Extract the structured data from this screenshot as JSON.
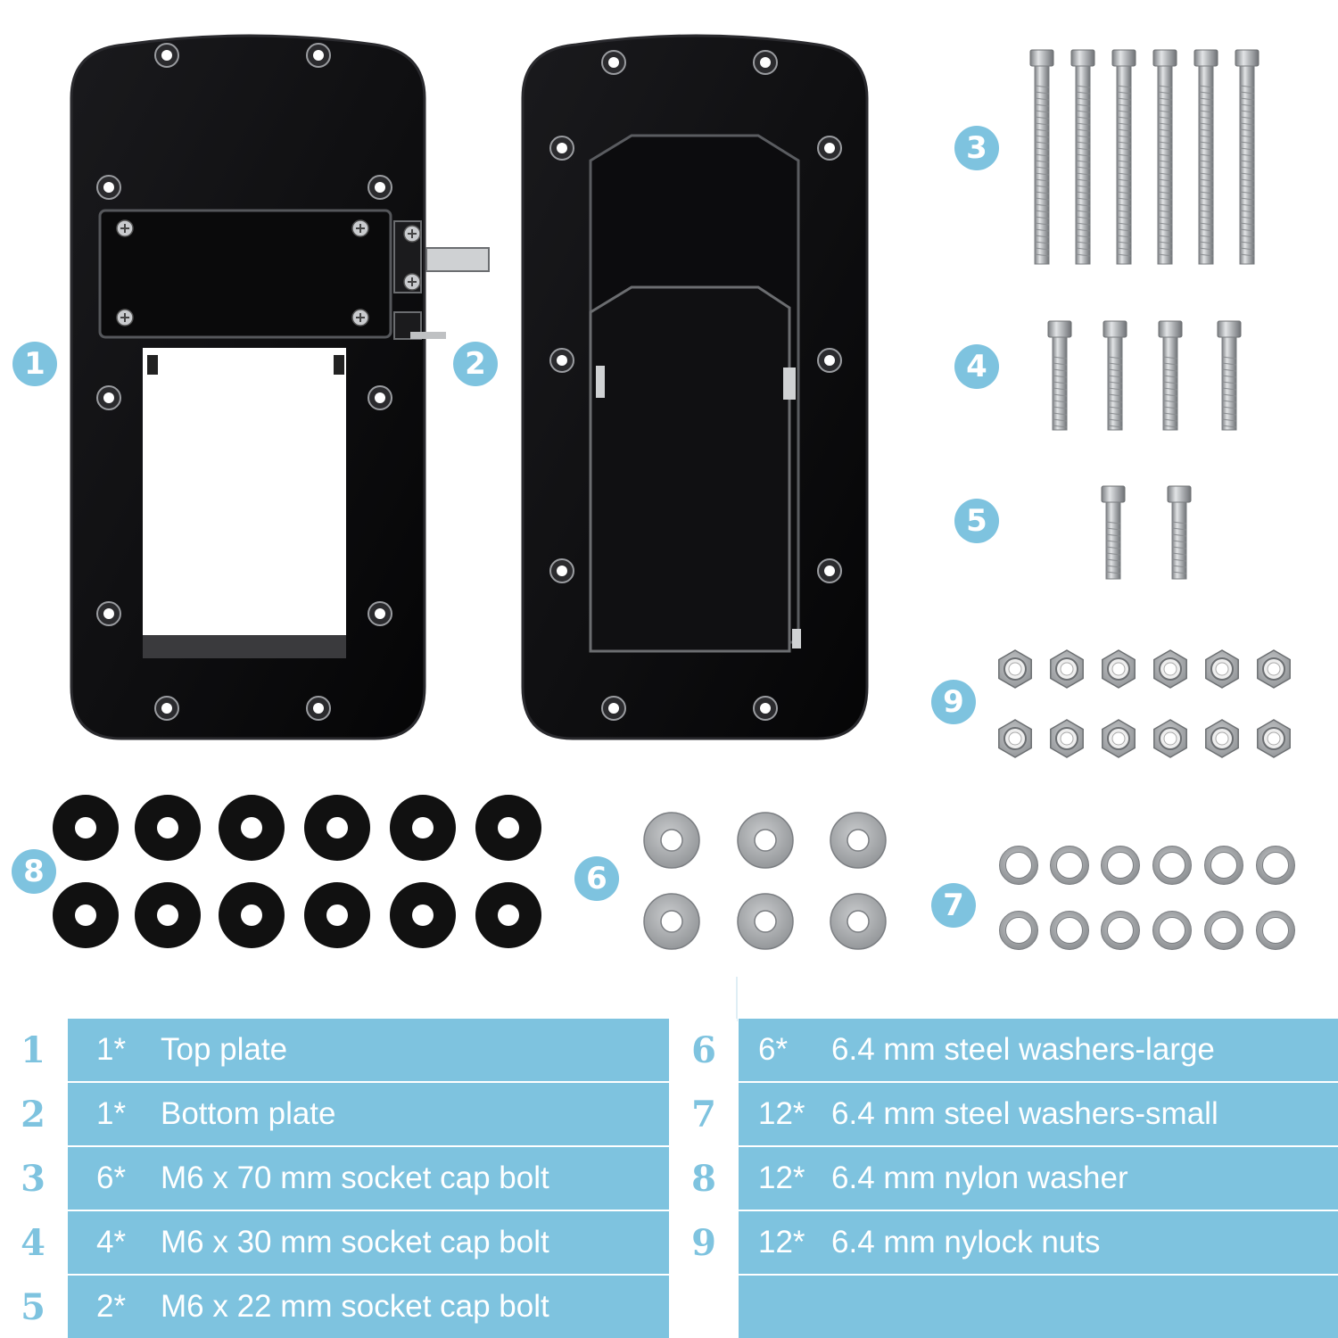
{
  "callouts": [
    "1",
    "2",
    "3",
    "4",
    "5",
    "6",
    "7",
    "8",
    "9"
  ],
  "colors": {
    "accent": "#7ec3df",
    "plate": "#0d0d0f",
    "steel": "#a9abad",
    "nylon": "#111111"
  },
  "parts_list": [
    {
      "num": "1",
      "qty": "1*",
      "desc": "Top plate"
    },
    {
      "num": "2",
      "qty": "1*",
      "desc": "Bottom plate"
    },
    {
      "num": "3",
      "qty": "6*",
      "desc": "M6 x 70 mm socket cap bolt"
    },
    {
      "num": "4",
      "qty": "4*",
      "desc": "M6 x 30 mm socket cap bolt"
    },
    {
      "num": "5",
      "qty": "2*",
      "desc": "M6 x 22 mm socket cap bolt"
    },
    {
      "num": "6",
      "qty": "6*",
      "desc": "6.4 mm steel washers-large"
    },
    {
      "num": "7",
      "qty": "12*",
      "desc": "6.4 mm steel washers-small"
    },
    {
      "num": "8",
      "qty": "12*",
      "desc": "6.4 mm nylon washer"
    },
    {
      "num": "9",
      "qty": "12*",
      "desc": "6.4 mm nylock nuts"
    },
    {
      "num": "",
      "qty": "",
      "desc": ""
    }
  ]
}
